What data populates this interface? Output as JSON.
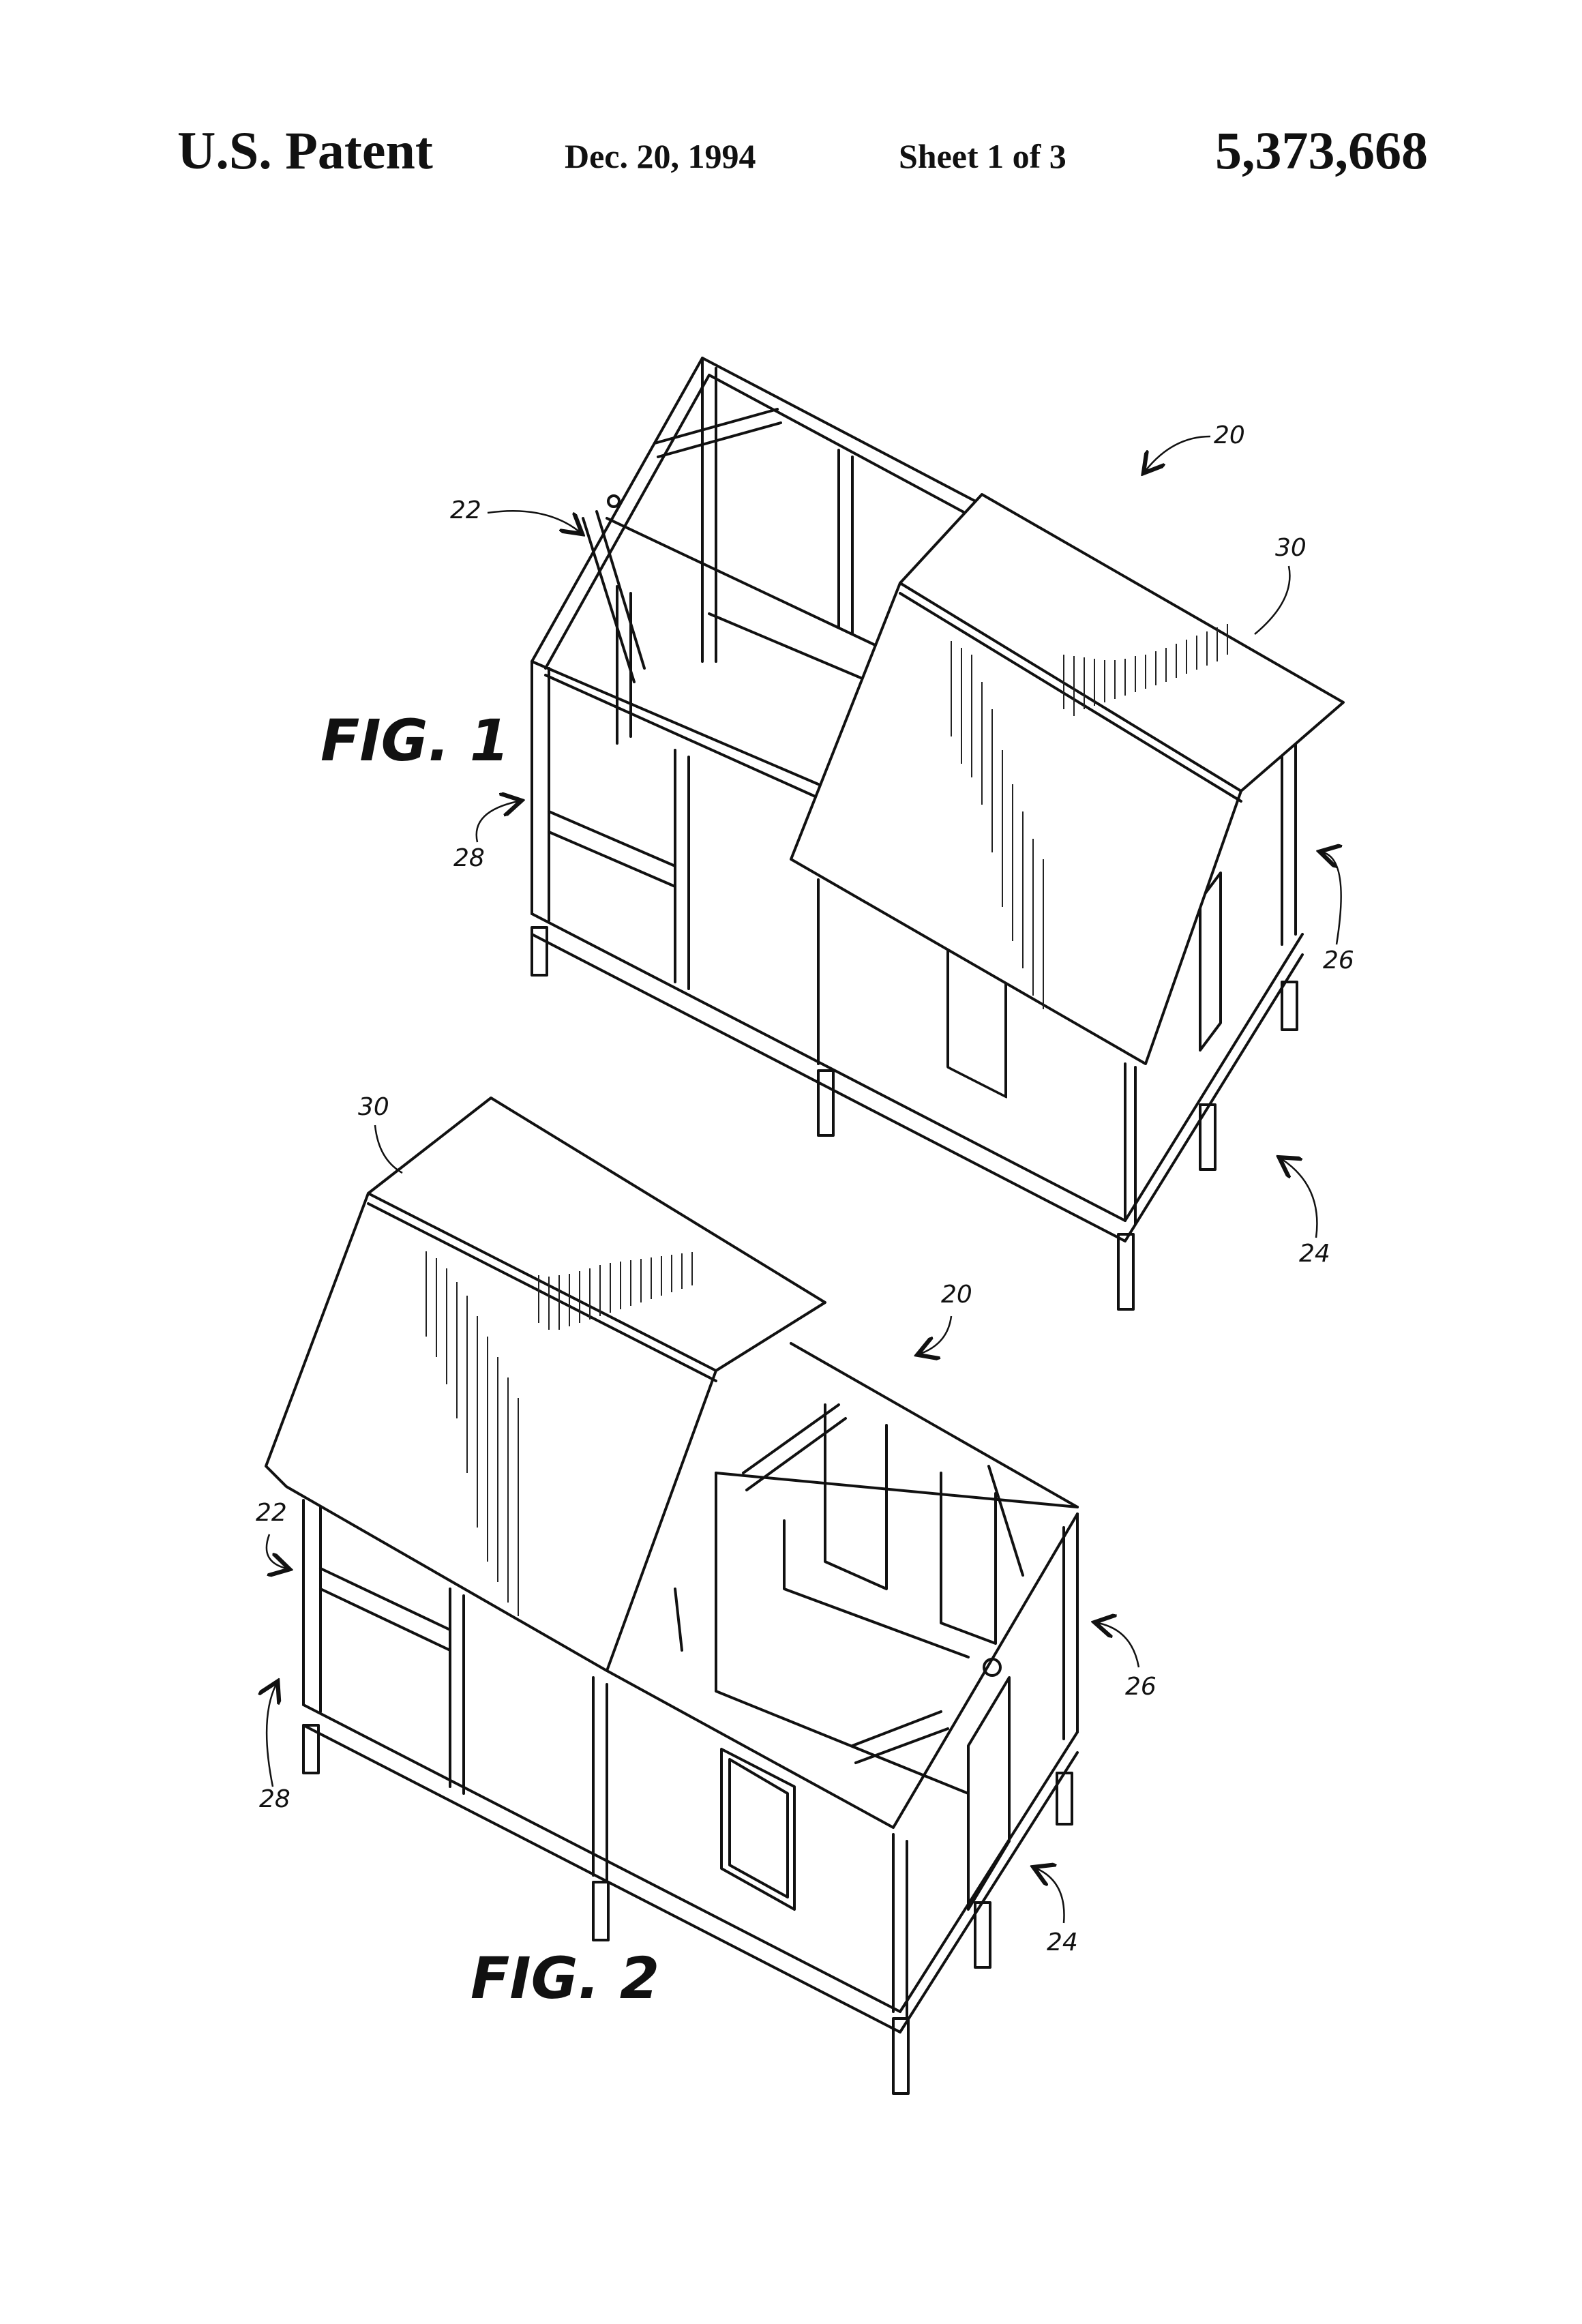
{
  "header": {
    "patent_label": "U.S. Patent",
    "date": "Dec. 20, 1994",
    "sheet": "Sheet 1 of 3",
    "patent_number": "5,373,668"
  },
  "figures": [
    {
      "label": "FIG. 1",
      "refs": {
        "r20": "20",
        "r22": "22",
        "r24": "24",
        "r26": "26",
        "r28": "28",
        "r30": "30"
      }
    },
    {
      "label": "FIG. 2",
      "refs": {
        "r20": "20",
        "r22": "22",
        "r24": "24",
        "r26": "26",
        "r28": "28",
        "r30": "30"
      }
    }
  ]
}
